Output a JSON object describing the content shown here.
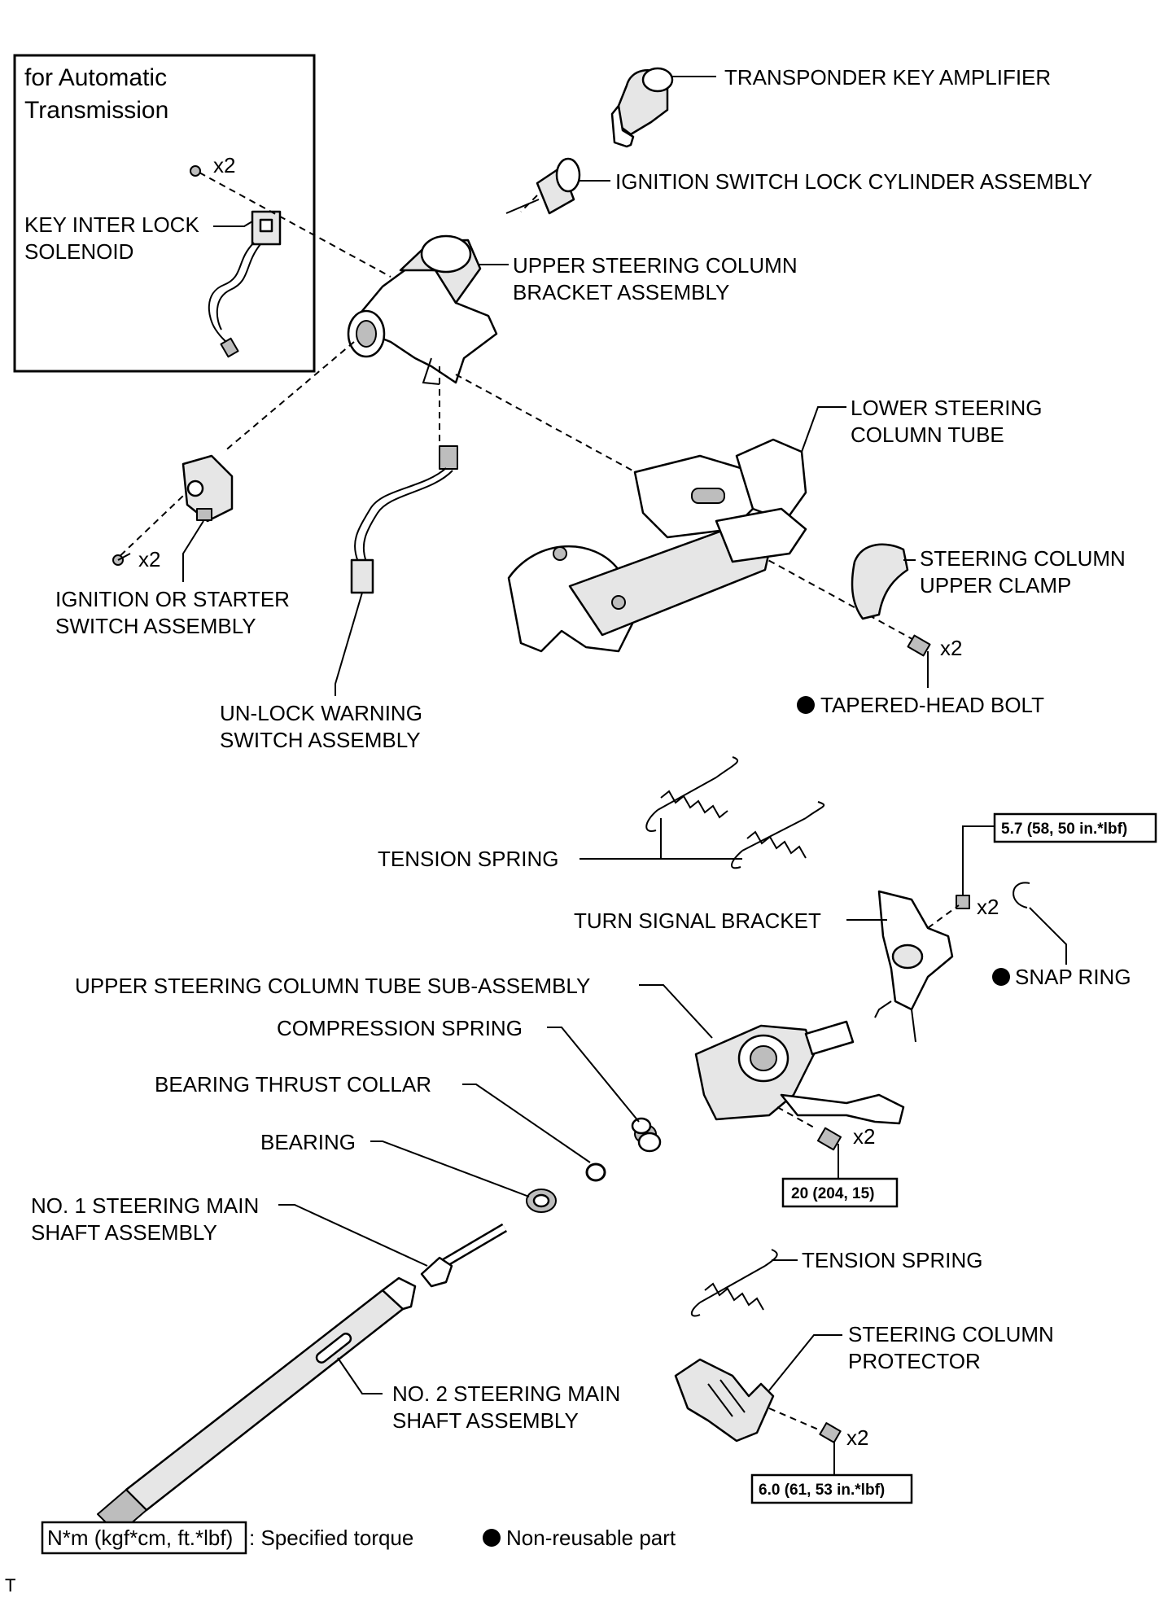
{
  "inset": {
    "title_line1": "for Automatic",
    "title_line2": "Transmission",
    "qty": "x2",
    "label_line1": "KEY INTER LOCK",
    "label_line2": "SOLENOID"
  },
  "labels": {
    "transponder": "TRANSPONDER KEY AMPLIFIER",
    "lock_cylinder": "IGNITION SWITCH LOCK CYLINDER ASSEMBLY",
    "upper_bracket_1": "UPPER STEERING COLUMN",
    "upper_bracket_2": "BRACKET ASSEMBLY",
    "lower_tube_1": "LOWER STEERING",
    "lower_tube_2": "COLUMN TUBE",
    "upper_clamp_1": "STEERING COLUMN",
    "upper_clamp_2": "UPPER CLAMP",
    "tapered_bolt": "TAPERED-HEAD BOLT",
    "ignition_switch_1": "IGNITION OR STARTER",
    "ignition_switch_2": "SWITCH ASSEMBLY",
    "unlock_1": "UN-LOCK WARNING",
    "unlock_2": "SWITCH ASSEMBLY",
    "tension_spring_upper": "TENSION SPRING",
    "turn_signal": "TURN SIGNAL BRACKET",
    "snap_ring": "SNAP RING",
    "upper_tube_sub": "UPPER STEERING COLUMN TUBE SUB-ASSEMBLY",
    "compression": "COMPRESSION SPRING",
    "thrust_collar": "BEARING THRUST COLLAR",
    "bearing": "BEARING",
    "shaft1_1": "NO. 1 STEERING MAIN",
    "shaft1_2": "SHAFT ASSEMBLY",
    "tension_spring_lower": "TENSION SPRING",
    "protector_1": "STEERING COLUMN",
    "protector_2": "PROTECTOR",
    "shaft2_1": "NO. 2 STEERING MAIN",
    "shaft2_2": "SHAFT ASSEMBLY"
  },
  "quantities": {
    "ignition_switch_screws": "x2",
    "clamp_bolts": "x2",
    "turn_signal_bolts": "x2",
    "tube_bolts": "x2",
    "protector_bolts": "x2"
  },
  "torques": {
    "turn_signal": "5.7 (58, 50 in.*lbf)",
    "upper_tube": "20 (204, 15)",
    "protector": "6.0 (61, 53 in.*lbf)"
  },
  "legend": {
    "torque_box": "N*m (kgf*cm, ft.*lbf)",
    "torque_text": ": Specified torque",
    "nonreusable_text": "Non-reusable part"
  },
  "corner_mark": "T"
}
